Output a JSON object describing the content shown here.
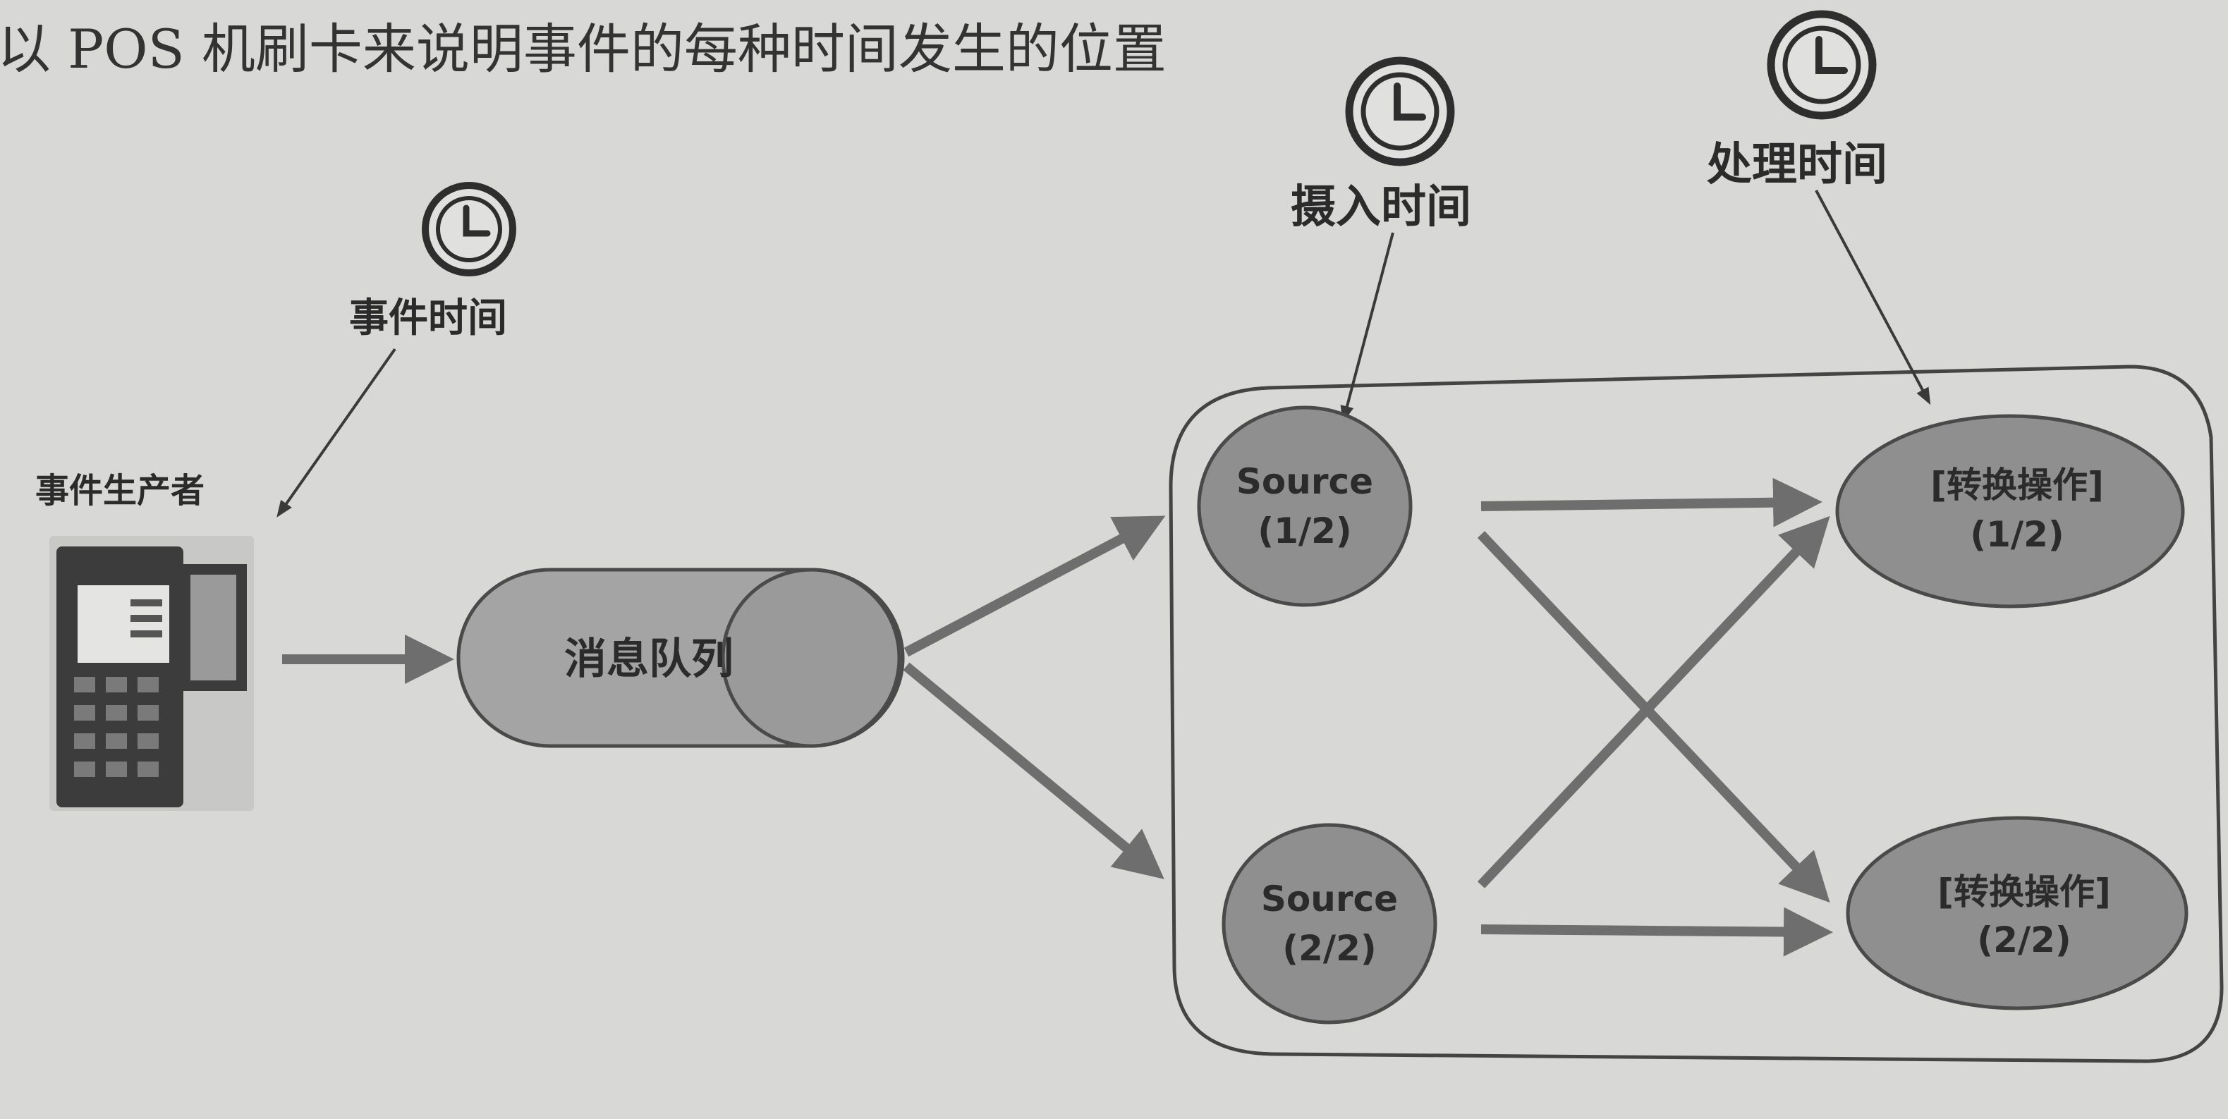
{
  "caption": "以 POS 机刷卡来说明事件的每种时间发生的位置",
  "labels": {
    "event_time": "事件时间",
    "ingestion_time": "摄入时间",
    "processing_time": "处理时间",
    "producer": "事件生产者",
    "queue": "消息队列",
    "source1": [
      "Source",
      "(1/2)"
    ],
    "source2": [
      "Source",
      "(2/2)"
    ],
    "op1": [
      "[转换操作]",
      "(1/2)"
    ],
    "op2": [
      "[转换操作]",
      "(2/2)"
    ]
  },
  "colors": {
    "background": "#d8d8d6",
    "node_fill": "#8f8f8f",
    "queue_fill": "#a4a4a4",
    "arrow": "#6e6e6e",
    "text": "#2b2b2b"
  },
  "icons": [
    "clock-icon",
    "pos-terminal-icon"
  ]
}
